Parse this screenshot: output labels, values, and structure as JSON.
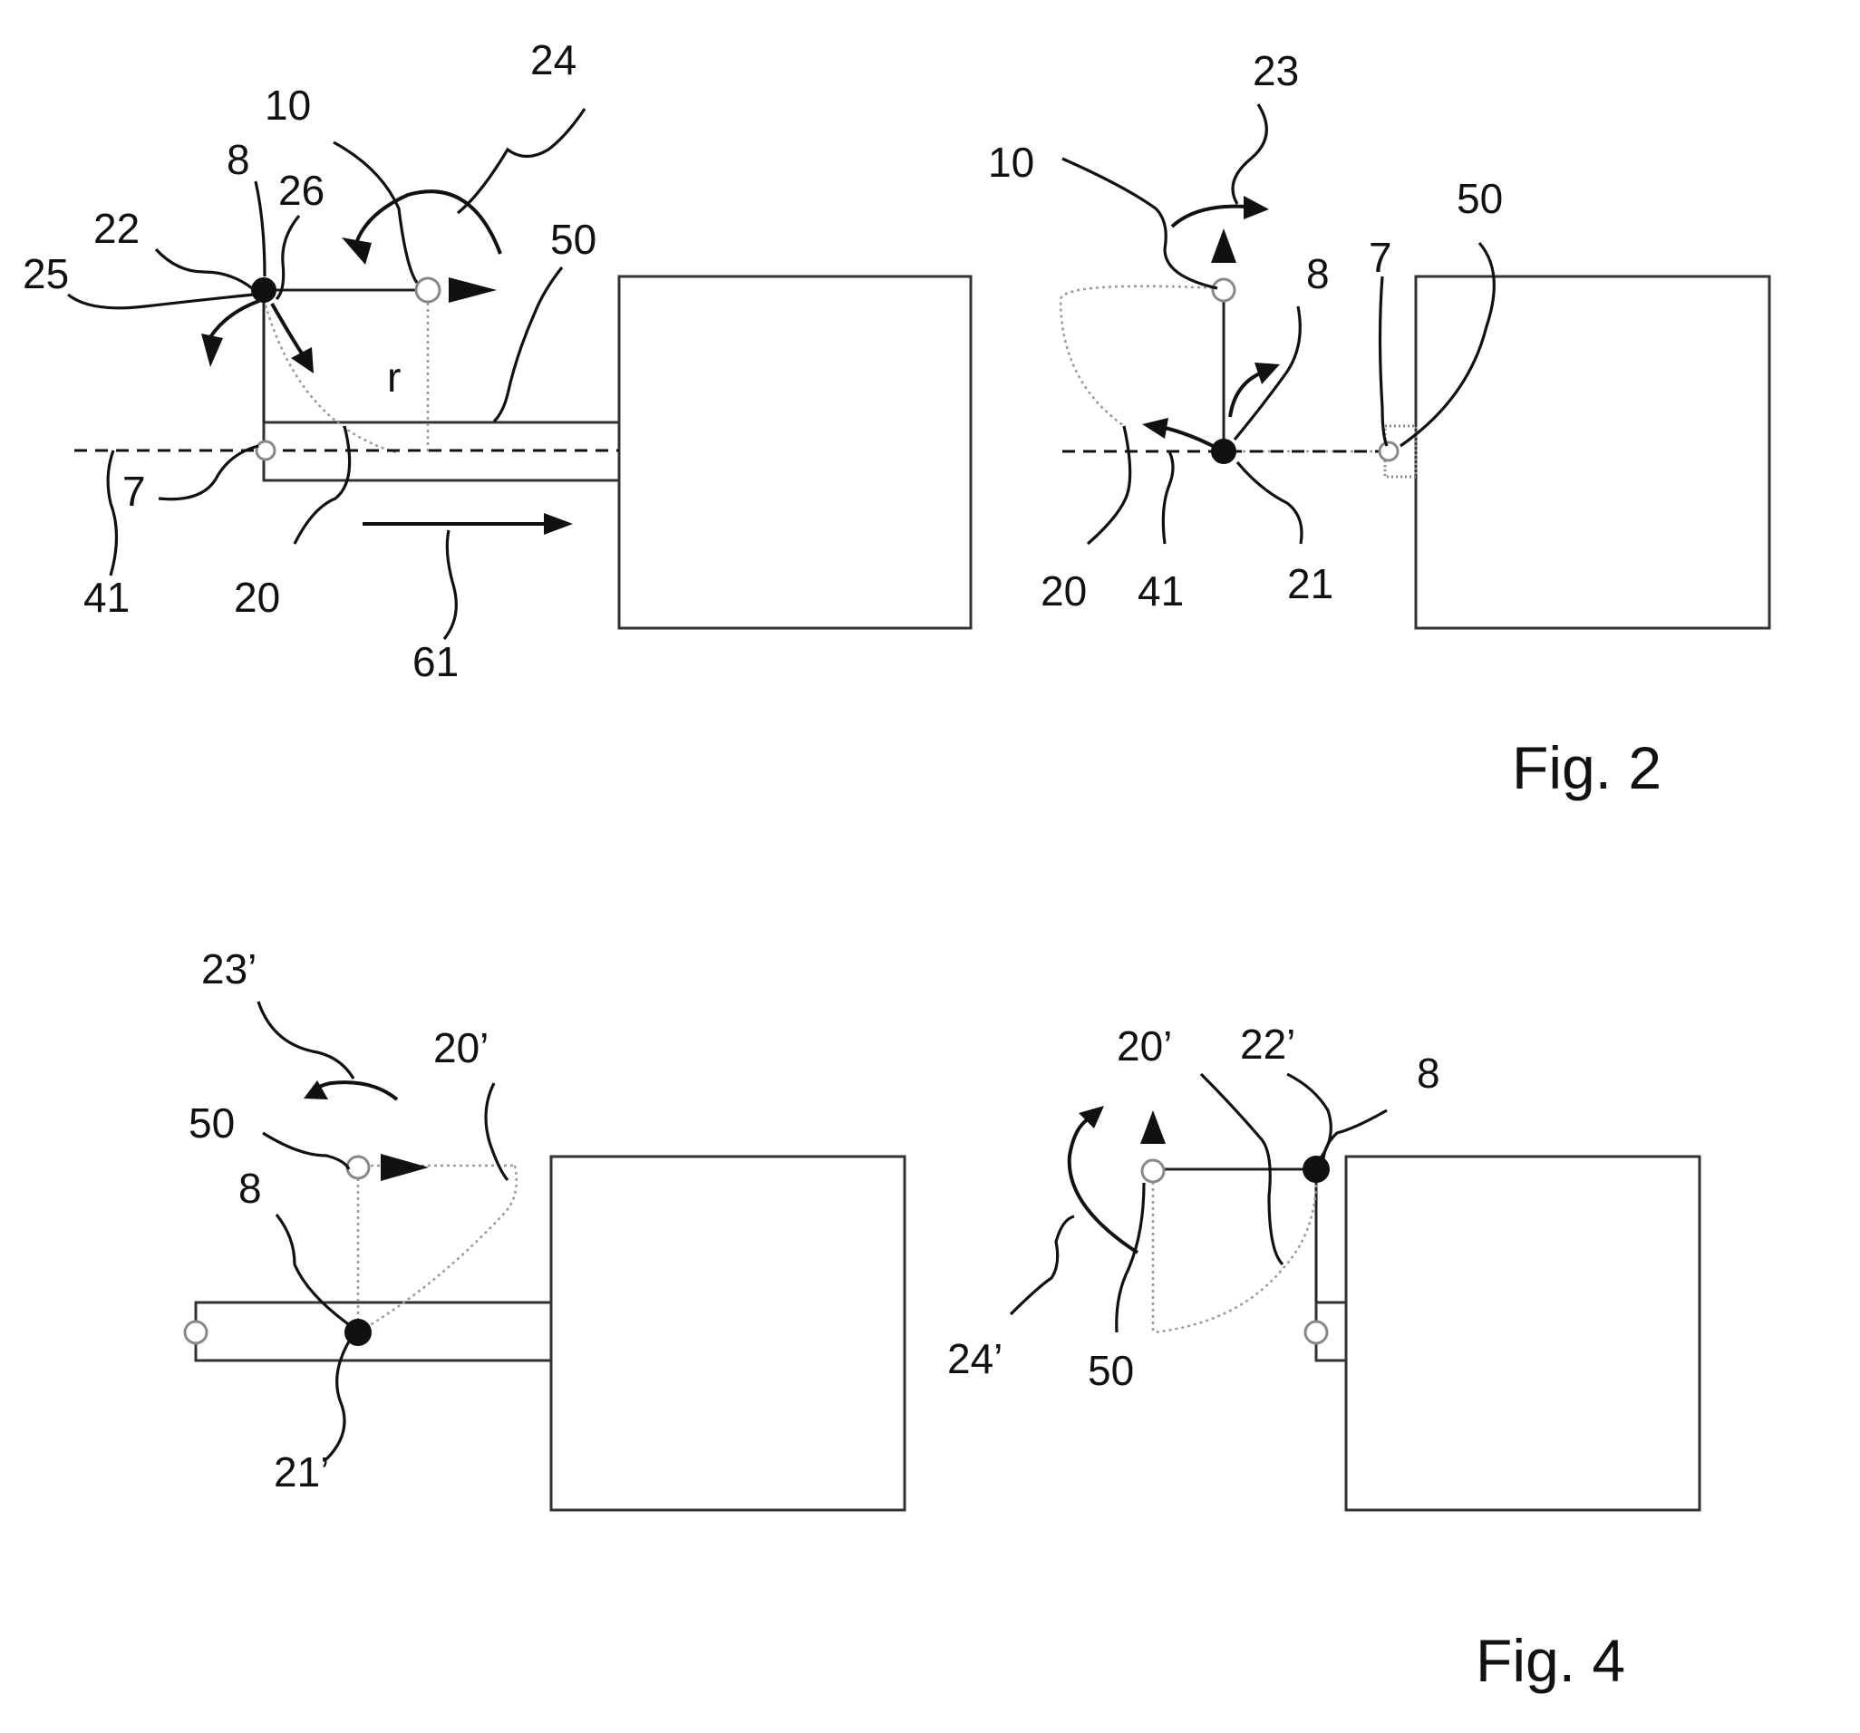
{
  "fig2": {
    "caption": "Fig. 2",
    "left": {
      "labels": {
        "l24": "24",
        "l10": "10",
        "l8": "8",
        "l26": "26",
        "l22": "22",
        "l25": "25",
        "l50": "50",
        "lr": "r",
        "l7": "7",
        "l41": "41",
        "l20": "20",
        "l61": "61"
      }
    },
    "right": {
      "labels": {
        "l23": "23",
        "l10": "10",
        "l50": "50",
        "l8": "8",
        "l7": "7",
        "l20": "20",
        "l41": "41",
        "l21": "21"
      }
    }
  },
  "fig4": {
    "caption": "Fig. 4",
    "left": {
      "labels": {
        "l23p": "23’",
        "l20p": "20’",
        "l50": "50",
        "l8": "8",
        "l21p": "21’"
      }
    },
    "right": {
      "labels": {
        "l20p": "20’",
        "l22p": "22’",
        "l8": "8",
        "l24p": "24’",
        "l50": "50"
      }
    }
  }
}
